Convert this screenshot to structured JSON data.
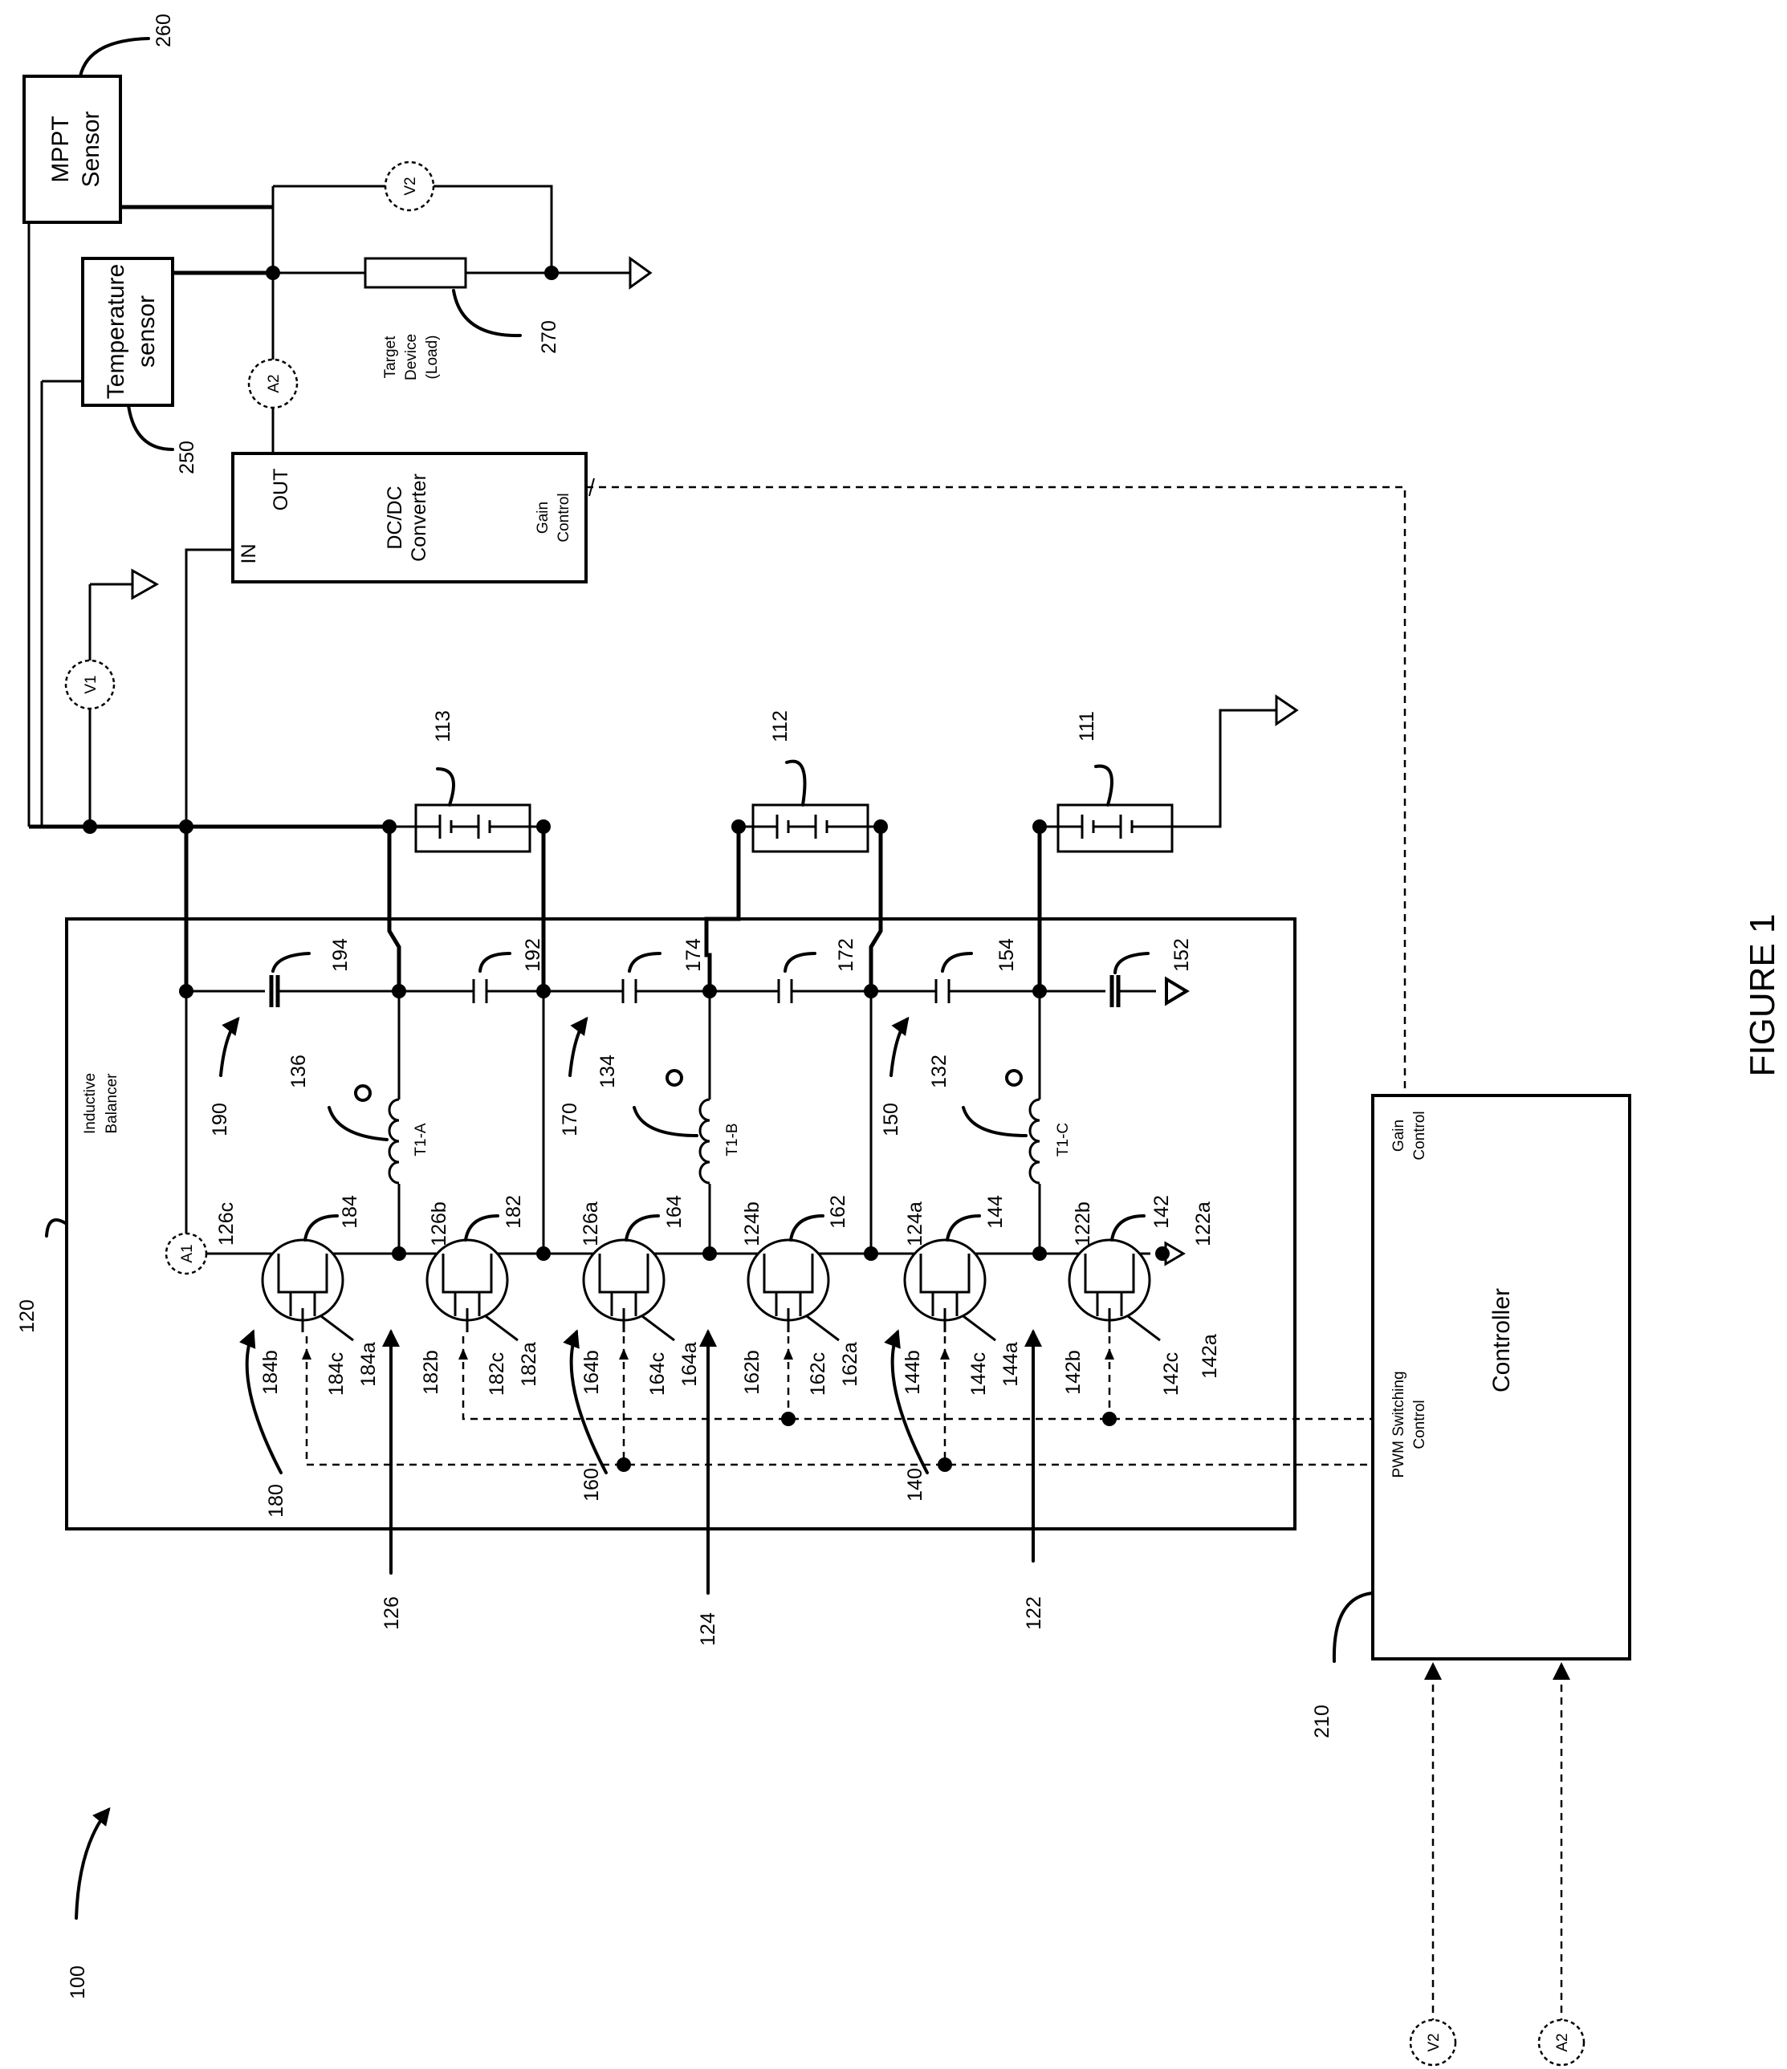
{
  "figure": {
    "title": "FIGURE 1",
    "ref_system": "100"
  },
  "boxes": {
    "mppt_line1": "MPPT",
    "mppt_line2": "Sensor",
    "mppt_ref": "260",
    "temp_line1": "Temperature",
    "temp_line2": "sensor",
    "temp_ref": "250",
    "dcdc_in": "IN",
    "dcdc_out": "OUT",
    "dcdc_line1": "DC/DC",
    "dcdc_line2": "Converter",
    "dcdc_gain1": "Gain",
    "dcdc_gain2": "Control",
    "load_line1": "Target",
    "load_line2": "Device",
    "load_line3": "(Load)",
    "load_ref": "270",
    "balancer_line1": "Inductive",
    "balancer_line2": "Balancer",
    "balancer_ref": "120",
    "controller": "Controller",
    "ctrl_gain1": "Gain",
    "ctrl_gain2": "Control",
    "ctrl_pwm1": "PWM Switching",
    "ctrl_pwm2": "Control",
    "controller_ref": "210"
  },
  "meters": {
    "v1": "V1",
    "v2": "V2",
    "a1": "A1",
    "a2": "A2",
    "v2_in": "V2",
    "a2_in": "A2"
  },
  "batteries": [
    "113",
    "112",
    "111"
  ],
  "transformers": [
    "T1-A",
    "T1-B",
    "T1-C"
  ],
  "refs": {
    "r136": "136",
    "r134": "134",
    "r132": "132",
    "r190": "190",
    "r170": "170",
    "r150": "150",
    "r194": "194",
    "r192": "192",
    "r174": "174",
    "r172": "172",
    "r154": "154",
    "r152": "152",
    "r126c": "126c",
    "r184": "184",
    "r126b": "126b",
    "r182": "182",
    "r126a": "126a",
    "r164": "164",
    "r124b": "124b",
    "r162": "162",
    "r124a": "124a",
    "r144": "144",
    "r122b": "122b",
    "r142": "142",
    "r122a": "122a",
    "r184b": "184b",
    "r184c": "184c",
    "r184a": "184a",
    "r182b": "182b",
    "r182c": "182c",
    "r182a": "182a",
    "r164b": "164b",
    "r164c": "164c",
    "r164a": "164a",
    "r162b": "162b",
    "r162c": "162c",
    "r162a": "162a",
    "r144b": "144b",
    "r144c": "144c",
    "r144a": "144a",
    "r142b": "142b",
    "r142c": "142c",
    "r142a": "142a",
    "r180": "180",
    "r160": "160",
    "r140": "140",
    "r126": "126",
    "r124": "124",
    "r122": "122"
  }
}
